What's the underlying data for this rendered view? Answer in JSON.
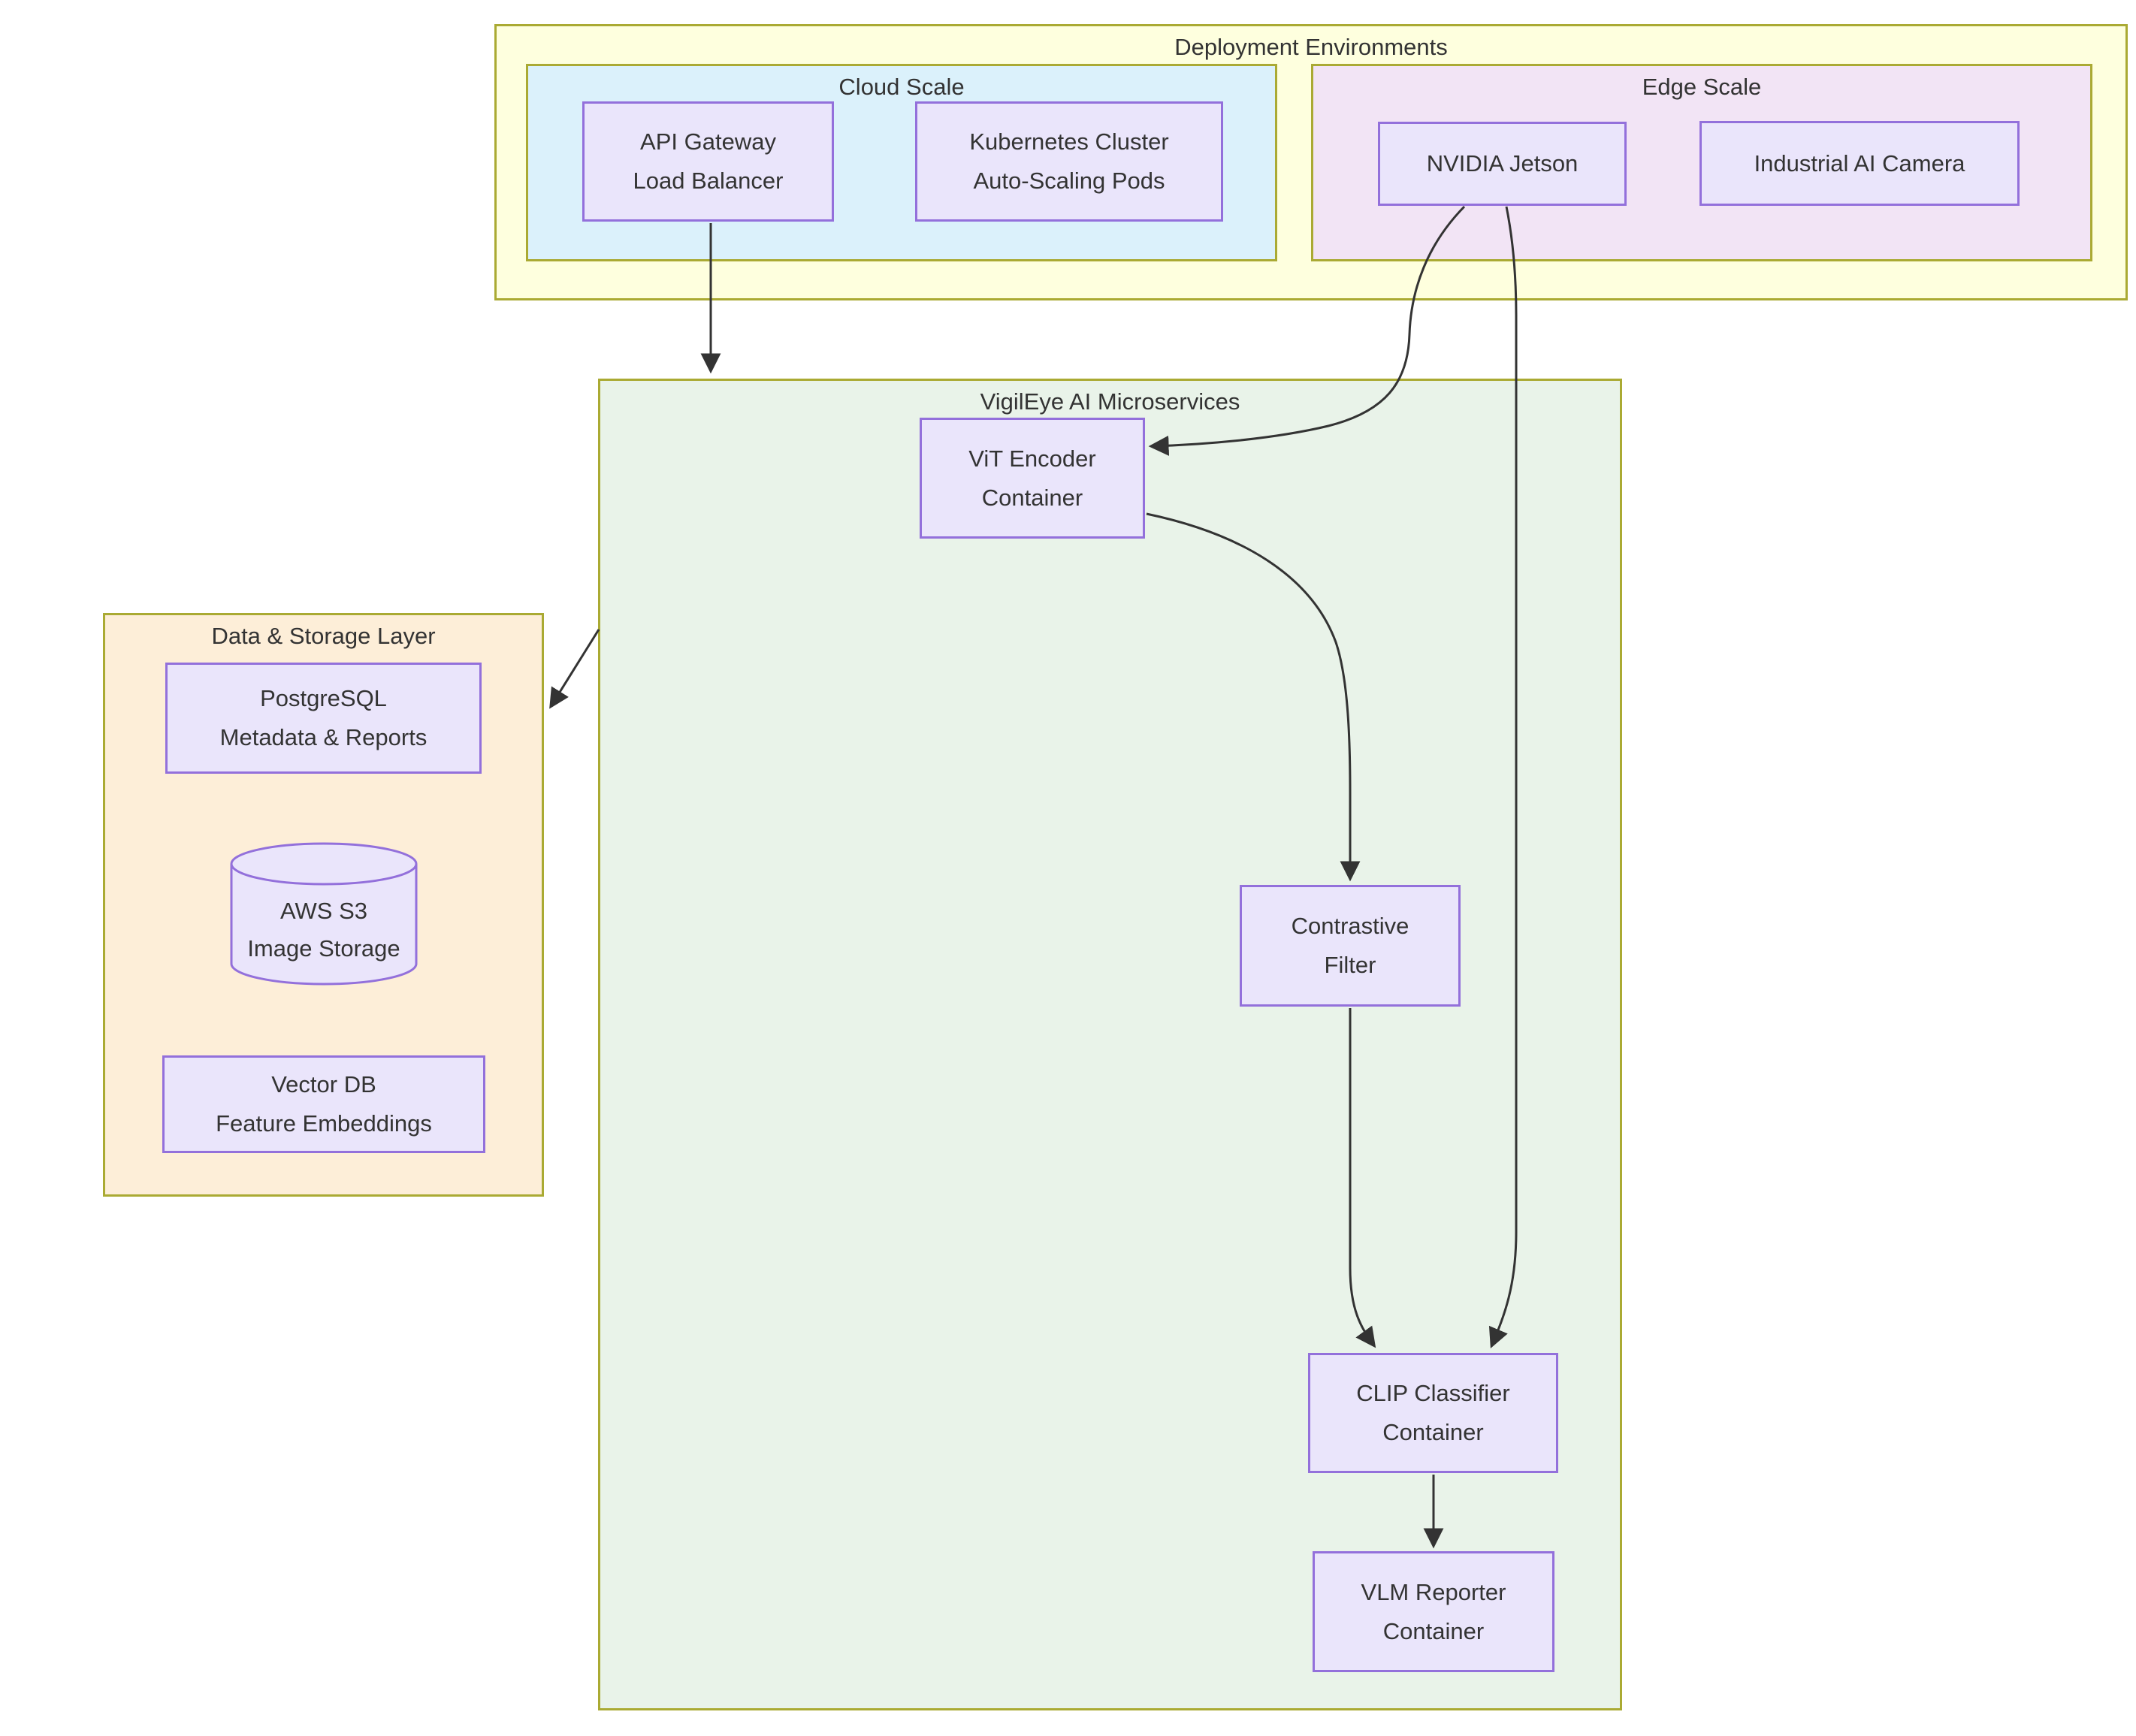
{
  "clusters": {
    "deployment": {
      "title": "Deployment Environments"
    },
    "cloud": {
      "title": "Cloud Scale"
    },
    "edge": {
      "title": "Edge Scale"
    },
    "vigileye": {
      "title": "VigilEye AI Microservices"
    },
    "storage": {
      "title": "Data & Storage Layer"
    }
  },
  "nodes": {
    "api_gateway": {
      "line1": "API Gateway",
      "line2": "Load Balancer"
    },
    "kubernetes": {
      "line1": "Kubernetes Cluster",
      "line2": "Auto-Scaling Pods"
    },
    "jetson": {
      "line1": "NVIDIA Jetson"
    },
    "camera": {
      "line1": "Industrial AI Camera"
    },
    "vit": {
      "line1": "ViT Encoder",
      "line2": "Container"
    },
    "contrastive": {
      "line1": "Contrastive",
      "line2": "Filter"
    },
    "clip": {
      "line1": "CLIP Classifier",
      "line2": "Container"
    },
    "vlm": {
      "line1": "VLM Reporter",
      "line2": "Container"
    },
    "postgres": {
      "line1": "PostgreSQL",
      "line2": "Metadata & Reports"
    },
    "s3": {
      "line1": "AWS S3",
      "line2": "Image Storage"
    },
    "vectordb": {
      "line1": "Vector DB",
      "line2": "Feature Embeddings"
    }
  },
  "colors": {
    "cluster_border": "#aaaa33",
    "deployment_fill": "#feffde",
    "cloud_fill": "#dbf1fb",
    "edge_scale_fill": "#f2e4f5",
    "vigileye_fill": "#e9f3e9",
    "storage_fill": "#fdeed8",
    "node_fill": "#eae5fb",
    "node_border": "#9370db",
    "edge_line": "#333333",
    "text": "#333333",
    "background": "#ffffff"
  }
}
